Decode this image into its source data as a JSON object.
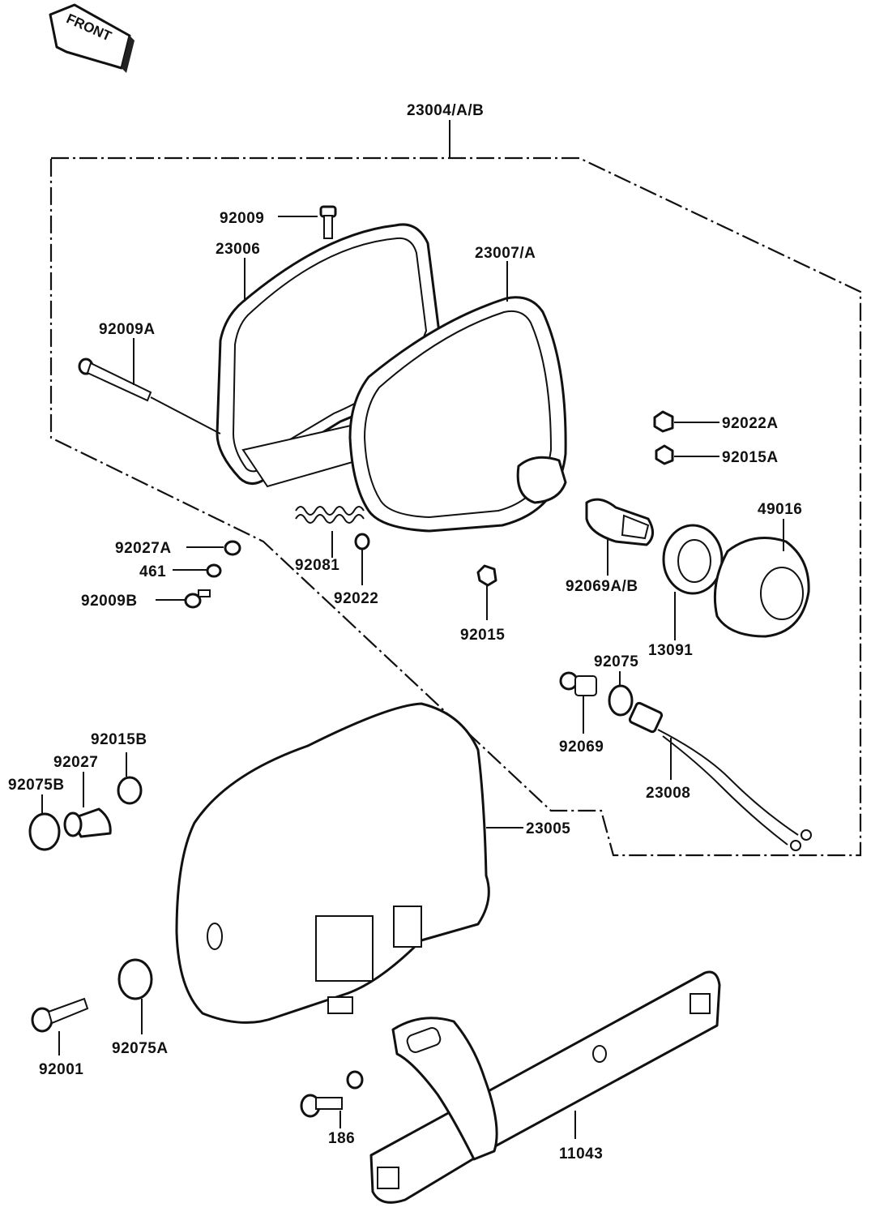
{
  "front_arrow": {
    "label": "FRONT"
  },
  "callouts": {
    "c_23004": "23004/A/B",
    "c_92009": "92009",
    "c_23006": "23006",
    "c_23007": "23007/A",
    "c_92009A": "92009A",
    "c_92022A": "92022A",
    "c_92015A": "92015A",
    "c_49016": "49016",
    "c_92027A": "92027A",
    "c_461": "461",
    "c_92009B": "92009B",
    "c_92081": "92081",
    "c_92022": "92022",
    "c_92015": "92015",
    "c_92069AB": "92069A/B",
    "c_13091": "13091",
    "c_92075": "92075",
    "c_92069": "92069",
    "c_23008": "23008",
    "c_92015B": "92015B",
    "c_92027": "92027",
    "c_92075B": "92075B",
    "c_23005": "23005",
    "c_92001": "92001",
    "c_92075A": "92075A",
    "c_186": "186",
    "c_11043": "11043"
  }
}
